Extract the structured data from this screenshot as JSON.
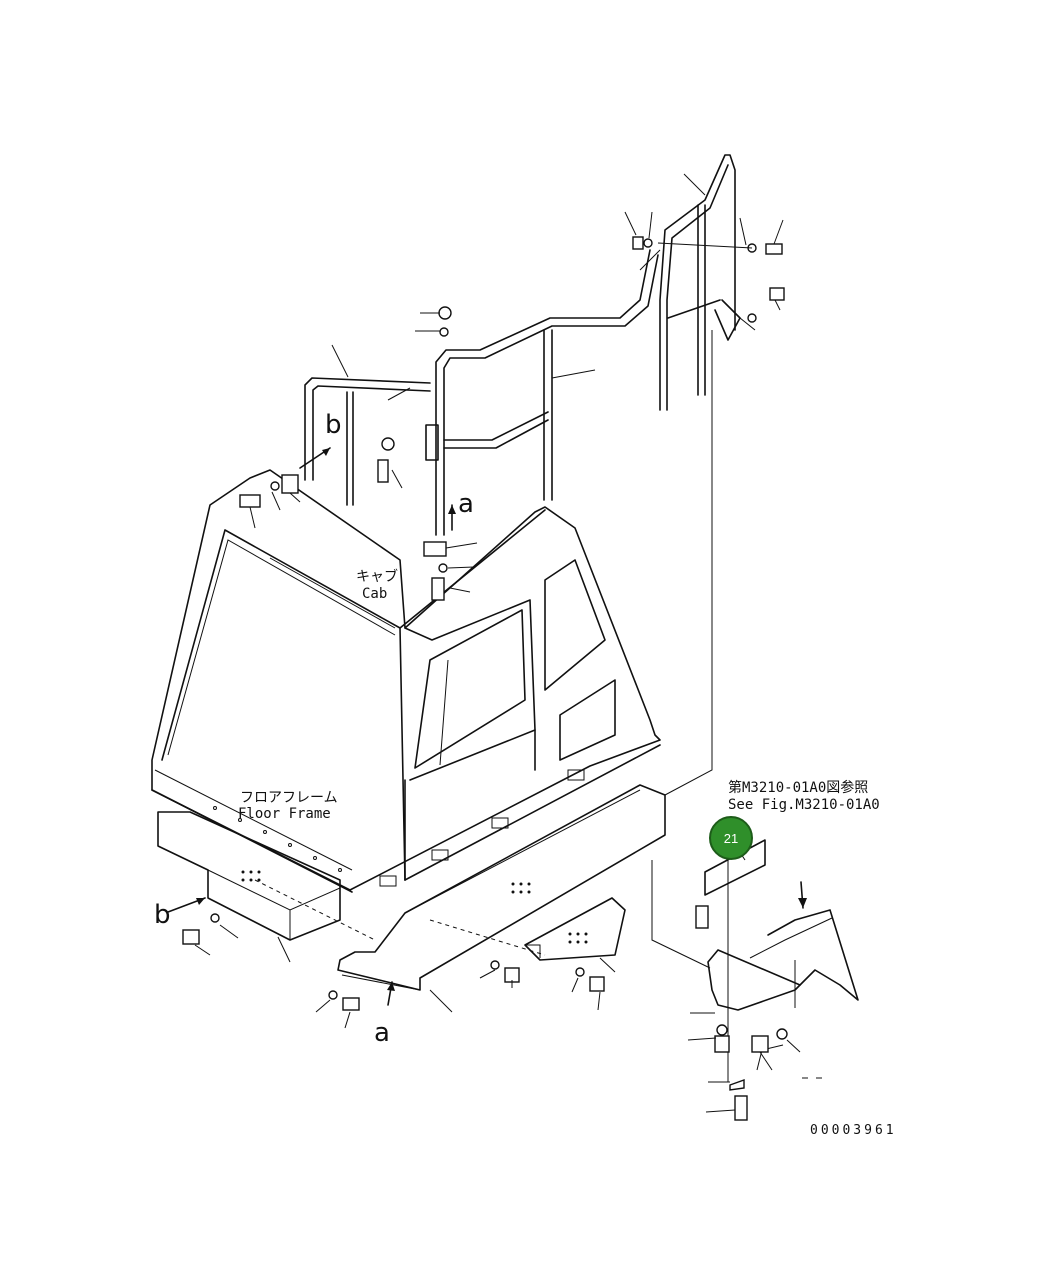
{
  "labels": {
    "cab_jp": "キャブ",
    "cab_en": "Cab",
    "floor_frame_jp": "フロアフレーム",
    "floor_frame_en": "Floor Frame",
    "see_fig_jp": "第M3210-01A0図参照",
    "see_fig_en": "See Fig.M3210-01A0",
    "view_a_top": "a",
    "view_a_bottom": "a",
    "view_b_top": "b",
    "view_b_bottom": "b",
    "drawing_number": "00003961"
  },
  "callouts": [
    {
      "number": "21",
      "color": "#2f8f2a"
    }
  ]
}
